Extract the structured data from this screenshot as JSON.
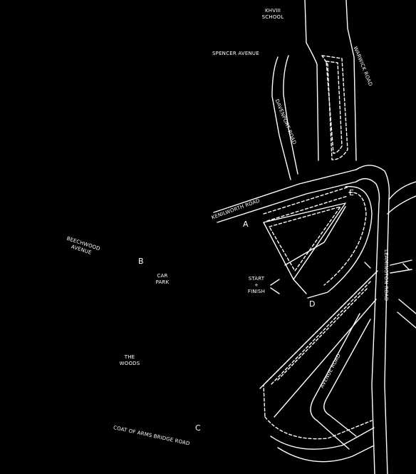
{
  "map": {
    "background": "#000000",
    "ink": "#ffffff",
    "roads": {
      "spencer_avenue": "SPENCER AVENUE",
      "warwick_road": "WARWICK ROAD",
      "davenport_road": "DAVENPORT ROAD",
      "kenilworth_road": "KENILWORTH ROAD",
      "leamington_road": "LEAMINGTON ROAD",
      "beechwood_avenue": "BEECHWOOD AVENUE",
      "avenue_road": "AVENUE ROAD",
      "coat_of_arms_bridge_road": "COAT OF ARMS BRIDGE ROAD"
    },
    "places": {
      "school": [
        "KHVIII",
        "SCHOOL"
      ],
      "car_park": [
        "CAR",
        "PARK"
      ],
      "the_woods": [
        "THE",
        "WOODS"
      ],
      "start_finish": [
        "START",
        "+",
        "FINISH"
      ]
    },
    "points": [
      "A",
      "B",
      "C",
      "D",
      "E"
    ]
  }
}
